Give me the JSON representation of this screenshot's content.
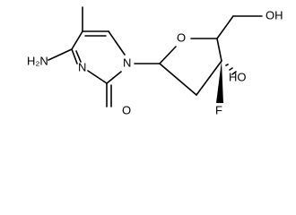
{
  "molecule": {
    "atom_labels": {
      "amino": "H₂N",
      "ring_n_bottom": "N",
      "ring_n_top": "N",
      "carbonyl_o": "O",
      "ring_o": "O",
      "hydroxymethyl_oh": "OH",
      "hydroxyl_3": "HO",
      "fluoro": "F"
    },
    "colors": {
      "bond": "#000000",
      "text": "#000000",
      "background": "#ffffff"
    }
  }
}
